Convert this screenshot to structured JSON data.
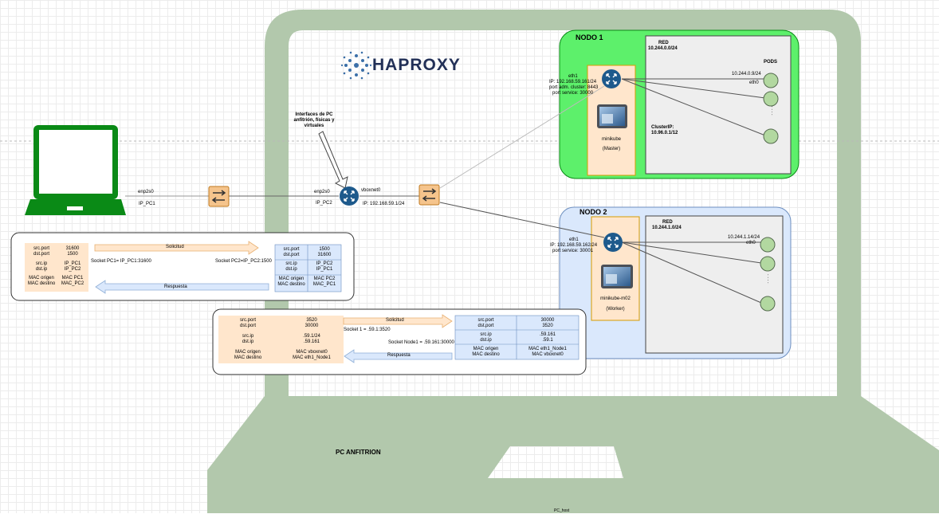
{
  "haproxy": "HAPROXY",
  "host_label": "PC ANFITRION",
  "bottom_label": "PC_host",
  "note": [
    "Interfaces de PC",
    "anfitrión, físicas y",
    "virtuales"
  ],
  "laptop": {
    "iface": "enp2s0",
    "ip": "IP_PC1"
  },
  "host_iface": {
    "name": "enp2s0",
    "ip": "IP_PC2",
    "vbox": "vboxnet0",
    "vbox_ip": "IP: 192.168.59.1/24"
  },
  "nodo1": {
    "title": "NODO 1",
    "red_title": "RED",
    "red_cidr": "10.244.0.0/24",
    "pods": "PODS",
    "pod_ip": "10.244.0.9/24",
    "pod_iface": "eth0",
    "cluster_ip_label": "ClusterIP:",
    "cluster_ip": "10.96.0.1/12",
    "eth": "eth1",
    "eth_ip": "IP: 192.168.59.161/24",
    "port_adm": "port adm. cluster: 8443",
    "port_svc": "port service: 30000",
    "vm_name": "minikube",
    "vm_role": "(Master)",
    "dots": ". . . ."
  },
  "nodo2": {
    "title": "NODO 2",
    "red_title": "RED",
    "red_cidr": "10.244.1.0/24",
    "pod_ip": "10.244.1.14/24",
    "pod_iface": "eth0",
    "eth": "eth1",
    "eth_ip": "IP: 192.168.59.162/24",
    "port_svc": "port service: 30001",
    "vm_name": "minikube-m02",
    "vm_role": "(Worker)",
    "dots": ". . . ."
  },
  "table1": {
    "left": [
      [
        "src.port",
        "31600"
      ],
      [
        "dst.port",
        "1500"
      ],
      [
        "src.ip",
        "IP_PC1"
      ],
      [
        "dst.ip",
        "IP_PC2"
      ],
      [
        "MAC origen",
        "MAC PC1"
      ],
      [
        "MAC destino",
        "MAC_PC2"
      ]
    ],
    "right": [
      [
        "src.port",
        "1500"
      ],
      [
        "dst.port",
        "31600"
      ],
      [
        "src.ip",
        "IP_PC2"
      ],
      [
        "dst.ip",
        "IP_PC1"
      ],
      [
        "MAC origen",
        "MAC PC2"
      ],
      [
        "MAC destino",
        "MAC_PC1"
      ]
    ],
    "solicitud": "Solicitud",
    "respuesta": "Respuesta",
    "socket_left": "Socket PC1= IP_PC1:31600",
    "socket_right": "Socket PC2=IP_PC2:1500"
  },
  "table2": {
    "left": [
      [
        "src.port",
        "3520"
      ],
      [
        "dst.port",
        "30000"
      ],
      [
        "src.ip",
        ".59.1/24"
      ],
      [
        "dst.ip",
        ".59.161"
      ],
      [
        "MAC origen",
        "MAC vboxnet0"
      ],
      [
        "MAC destino",
        "MAC eth1_Node1"
      ]
    ],
    "right": [
      [
        "src.port",
        "30000"
      ],
      [
        "dst.port",
        "3520"
      ],
      [
        "src.ip",
        ".59.161"
      ],
      [
        "dst.ip",
        ".59.1"
      ],
      [
        "MAC origen",
        "MAC eth1_Node1"
      ],
      [
        "MAC destino",
        "MAC vboxnet0"
      ]
    ],
    "solicitud": "Solicitud",
    "respuesta": "Respuesta",
    "socket1": "Socket 1 = .59.1:3520",
    "socket_node": "Socket Node1 = .59.161:30000"
  },
  "colors": {
    "laptop_frame": "#b2c8ac",
    "laptop_icon": "#0a8a16",
    "nodo1_bg": "#5df06b",
    "nodo2_bg": "#dae8fc",
    "table_orange": "#ffe6cc",
    "table_blue": "#dae8fc",
    "switch": "#f5c48c"
  }
}
